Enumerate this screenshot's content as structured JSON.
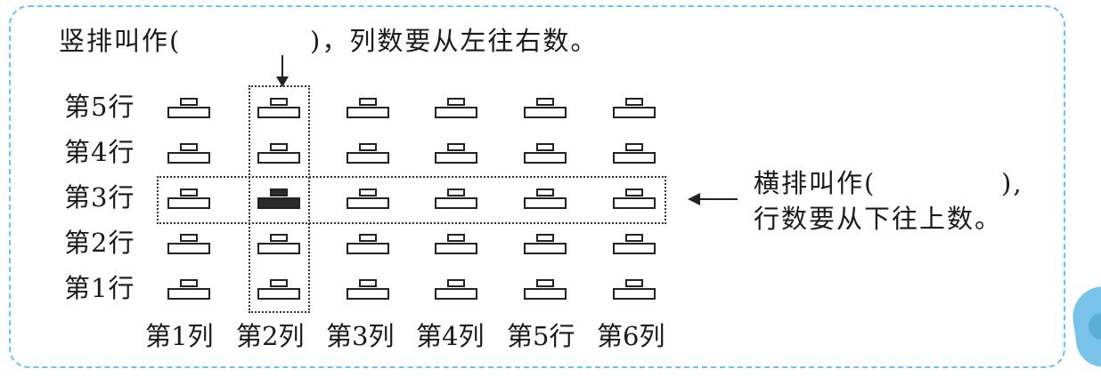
{
  "top_instruction": {
    "part1": "竖排叫作(",
    "part2": ")，列数要从左往右数。"
  },
  "side_instruction": {
    "line1_part1": "横排叫作(",
    "line1_part2": "),",
    "line2": "行数要从下往上数。"
  },
  "row_labels": [
    "第5行",
    "第4行",
    "第3行",
    "第2行",
    "第1行"
  ],
  "column_labels": [
    "第1列",
    "第2列",
    "第3列",
    "第4列",
    "第5行",
    "第6列"
  ],
  "grid": {
    "rows": 5,
    "columns": 6,
    "highlighted_seat": {
      "row_label": "第3行",
      "column_label": "第2列"
    }
  }
}
